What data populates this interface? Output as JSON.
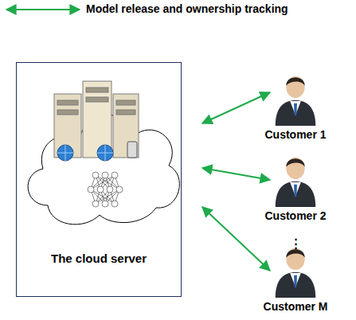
{
  "diagram": {
    "nodes": [
      {
        "text": [
          "The cloud server"
        ]
      },
      {
        "text": [
          "Customer 1"
        ]
      },
      {
        "text": [
          "Customer 2"
        ]
      },
      {
        "text": [
          "Customer M"
        ]
      }
    ],
    "edges": [
      {
        "from": 0,
        "to": 1,
        "arrow": "both"
      },
      {
        "from": 0,
        "to": 2,
        "arrow": "both"
      },
      {
        "from": 0,
        "to": 3,
        "arrow": "both"
      }
    ],
    "labels": [
      "⋮"
    ],
    "legend": [
      {
        "text": "Model release and ownership tracking"
      }
    ]
  }
}
